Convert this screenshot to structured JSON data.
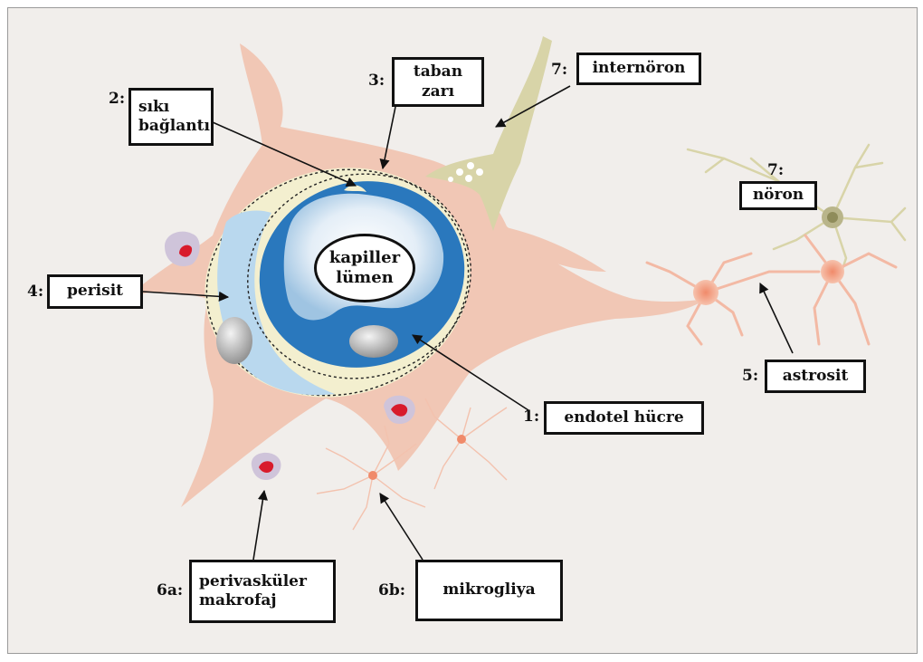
{
  "labels": {
    "n1": "1:",
    "endotel": "endotel hücre",
    "n2": "2:",
    "siki": "sıkı\nbağlantı",
    "n3": "3:",
    "taban": "taban zarı",
    "n4": "4:",
    "perisit": "perisit",
    "n5": "5:",
    "astrosit": "astrosit",
    "n6a": "6a:",
    "makrofaj": "perivasküler\nmakrofaj",
    "n6b": "6b:",
    "mikrogliya": "mikrogliya",
    "n7a": "7:",
    "internoron": "internöron",
    "n7b": "7:",
    "noron": "nöron",
    "lumen": "kapiller\nlümen"
  },
  "colors": {
    "background": "#f1eeeb",
    "astrocyte": "#f1c7b5",
    "endothelium": "#2a78bd",
    "basement_membrane": "#f3efcf",
    "pericyte": "#b9d8ee",
    "neuron": "#d8d4a8",
    "macrophage_nucleus": "#d81b2c"
  }
}
